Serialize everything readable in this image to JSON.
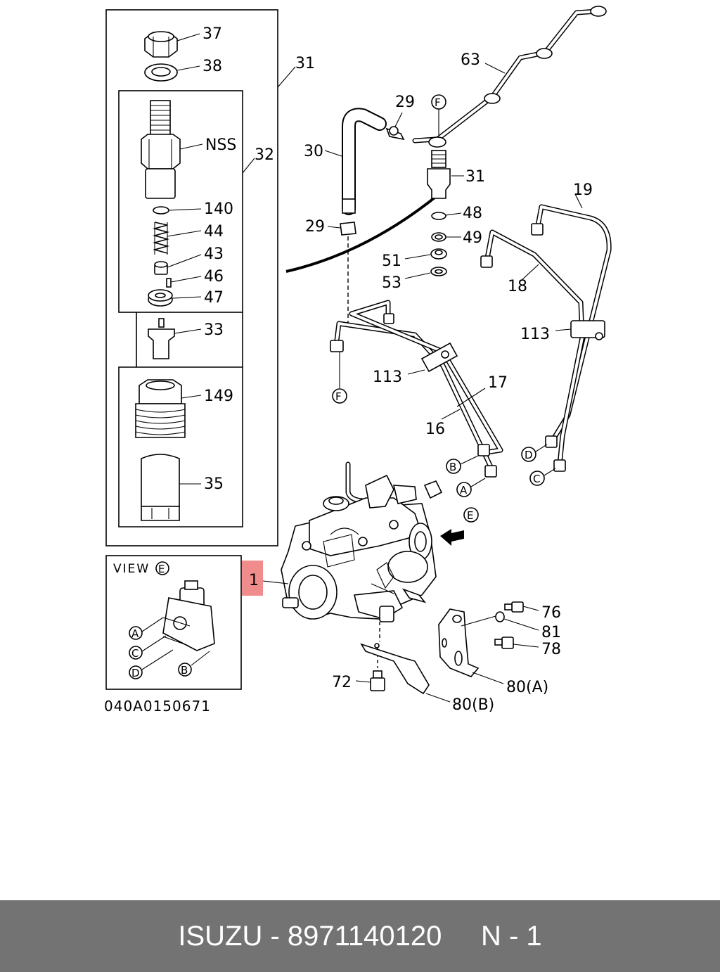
{
  "footer": {
    "brand": "ISUZU",
    "separator": " - ",
    "part_number": "8971140120",
    "quantity": "N - 1"
  },
  "drawing_code": "040A0150671",
  "view_label": "VIEW",
  "view_letter": "E",
  "callouts": {
    "c37": "37",
    "c38": "38",
    "c31_box": "31",
    "c_nss": "NSS",
    "c32": "32",
    "c140": "140",
    "c44": "44",
    "c43": "43",
    "c46": "46",
    "c47": "47",
    "c33": "33",
    "c149": "149",
    "c35": "35",
    "c63": "63",
    "c29_top": "29",
    "c30": "30",
    "c31": "31",
    "c48": "48",
    "c49": "49",
    "c51": "51",
    "c53": "53",
    "c29_low": "29",
    "c19": "19",
    "c18": "18",
    "c113_right": "113",
    "c113_left": "113",
    "c17": "17",
    "c16": "16",
    "c1": "1",
    "c76": "76",
    "c81": "81",
    "c78": "78",
    "c80a": "80(A)",
    "c80b": "80(B)",
    "c72": "72"
  },
  "connectors": {
    "f_top": "F",
    "f_mid": "F",
    "b_main": "B",
    "a_main": "A",
    "d_right": "D",
    "c_right": "C",
    "e_main": "E",
    "a_view": "A",
    "c_view": "C",
    "d_view": "D",
    "b_view": "B"
  },
  "colors": {
    "highlight": "#f08c8c",
    "footer_bg": "#737373",
    "footer_text": "#ffffff"
  }
}
